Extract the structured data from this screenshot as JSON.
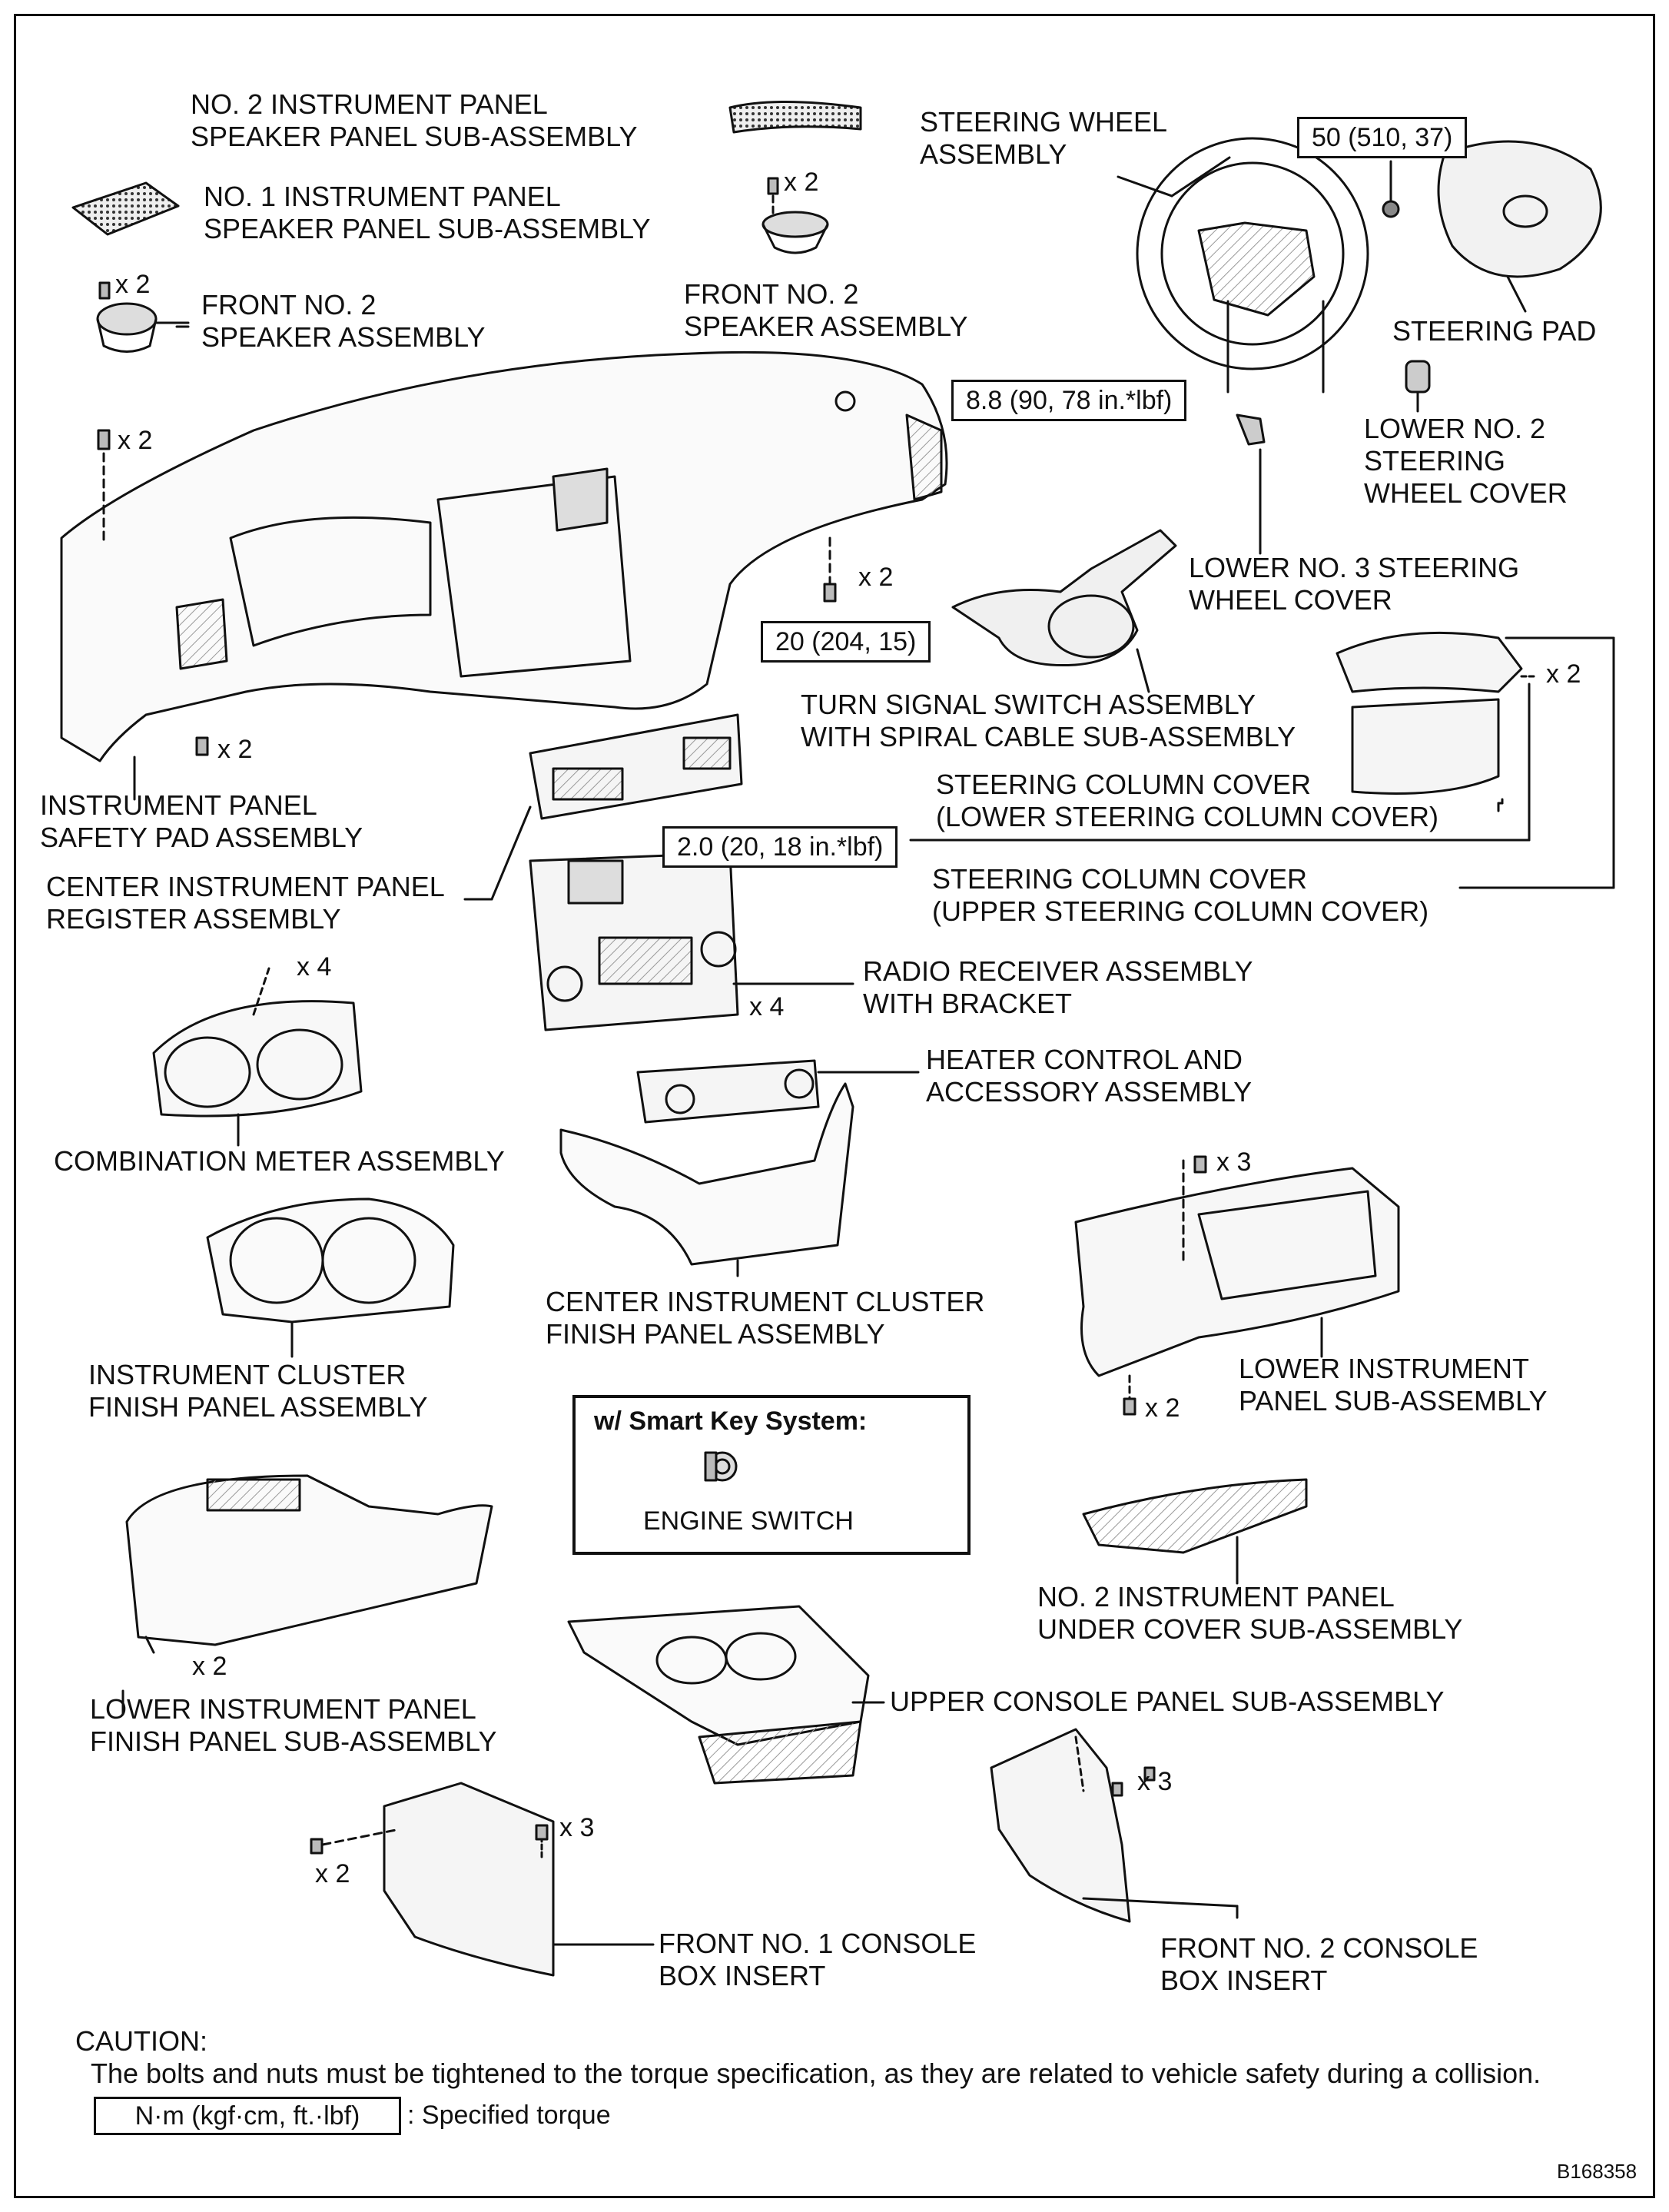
{
  "labels": {
    "no2_speaker_panel": [
      "NO. 2 INSTRUMENT PANEL",
      "SPEAKER PANEL SUB-ASSEMBLY"
    ],
    "no1_speaker_panel": [
      "NO. 1 INSTRUMENT PANEL",
      "SPEAKER PANEL SUB-ASSEMBLY"
    ],
    "front_no2_speaker_left": [
      "FRONT NO. 2",
      "SPEAKER ASSEMBLY"
    ],
    "front_no2_speaker_center": [
      "FRONT NO. 2",
      "SPEAKER ASSEMBLY"
    ],
    "steering_wheel": [
      "STEERING WHEEL",
      "ASSEMBLY"
    ],
    "steering_pad": [
      "STEERING PAD"
    ],
    "lower_no2_cover": [
      "LOWER NO. 2",
      "STEERING",
      "WHEEL COVER"
    ],
    "lower_no3_cover": [
      "LOWER NO. 3 STEERING",
      "WHEEL COVER"
    ],
    "turn_signal": [
      "TURN SIGNAL SWITCH ASSEMBLY",
      "WITH SPIRAL CABLE SUB-ASSEMBLY"
    ],
    "col_cover_lower": [
      "STEERING COLUMN COVER",
      "(LOWER STEERING COLUMN COVER)"
    ],
    "col_cover_upper": [
      "STEERING COLUMN COVER",
      "(UPPER STEERING COLUMN COVER)"
    ],
    "safety_pad": [
      "INSTRUMENT PANEL",
      "SAFETY PAD ASSEMBLY"
    ],
    "center_register": [
      "CENTER INSTRUMENT PANEL",
      "REGISTER ASSEMBLY"
    ],
    "radio": [
      "RADIO RECEIVER ASSEMBLY",
      "WITH BRACKET"
    ],
    "heater": [
      "HEATER CONTROL AND",
      "ACCESSORY ASSEMBLY"
    ],
    "combo_meter": [
      "COMBINATION METER ASSEMBLY"
    ],
    "center_cluster": [
      "CENTER INSTRUMENT CLUSTER",
      "FINISH PANEL ASSEMBLY"
    ],
    "cluster_finish": [
      "INSTRUMENT CLUSTER",
      "FINISH PANEL ASSEMBLY"
    ],
    "lower_panel_sub": [
      "LOWER INSTRUMENT",
      "PANEL SUB-ASSEMBLY"
    ],
    "no2_under_cover": [
      "NO. 2 INSTRUMENT PANEL",
      "UNDER COVER SUB-ASSEMBLY"
    ],
    "lower_finish": [
      "LOWER INSTRUMENT PANEL",
      "FINISH PANEL SUB-ASSEMBLY"
    ],
    "upper_console": [
      "UPPER CONSOLE PANEL SUB-ASSEMBLY"
    ],
    "front_no1_console": [
      "FRONT NO. 1 CONSOLE",
      "BOX INSERT"
    ],
    "front_no2_console": [
      "FRONT NO. 2 CONSOLE",
      "BOX INSERT"
    ]
  },
  "torques": {
    "steering_wheel_nut": "50 (510, 37)",
    "steering_pad_screw": "8.8 (90, 78 in.*lbf)",
    "safety_pad_bolt": "20 (204, 15)",
    "column_cover_screw": "2.0 (20, 18 in.*lbf)"
  },
  "counts": {
    "c1": "x 2",
    "c2": "x 2",
    "c3": "x 2",
    "c4": "x 2",
    "c5": "x 2",
    "c6": "x 2",
    "c7": "x 4",
    "c8": "x 4",
    "c9": "x 3",
    "c10": "x 2",
    "c11": "x 2",
    "c12": "x 3",
    "c13": "x 2",
    "c14": "x 3"
  },
  "smart_key": {
    "title": "w/ Smart Key System:",
    "item": "ENGINE SWITCH"
  },
  "caution": {
    "title": "CAUTION:",
    "text": "The bolts and nuts must be tightened to the torque specification, as they are related to vehicle safety during a collision."
  },
  "legend": {
    "unit": "N·m (kgf·cm, ft.·lbf)",
    "meaning": ": Specified torque"
  },
  "figure_id": "B168358"
}
